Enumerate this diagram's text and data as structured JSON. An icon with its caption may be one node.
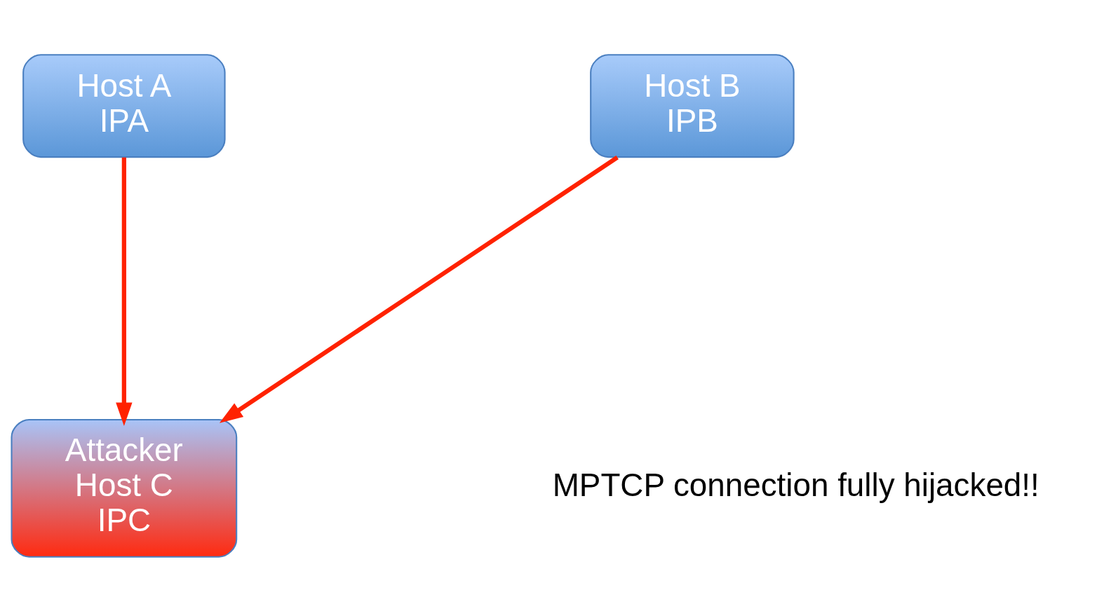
{
  "diagram": {
    "nodes": [
      {
        "text": [
          "Host A",
          "IPA"
        ]
      },
      {
        "text": [
          "Host B",
          "IPB"
        ]
      },
      {
        "text": [
          "Attacker",
          "Host C",
          "IPC"
        ]
      }
    ],
    "edges": [
      {
        "from": 0,
        "to": 2,
        "arrow": "to"
      },
      {
        "from": 1,
        "to": 2,
        "arrow": "to"
      }
    ],
    "labels": [
      "MPTCP connection fully hijacked!!"
    ]
  }
}
